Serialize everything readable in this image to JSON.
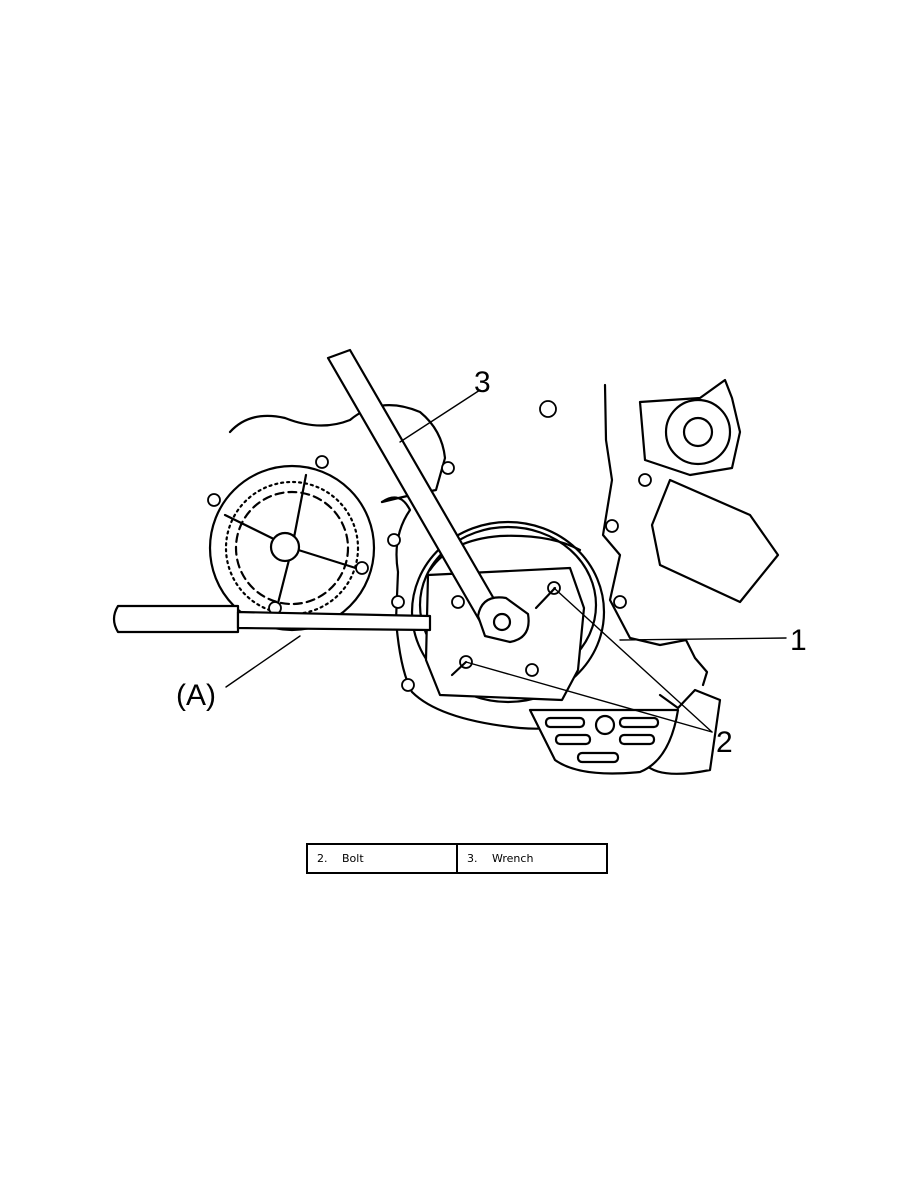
{
  "figure": {
    "callouts": {
      "c1": "1",
      "c2": "2",
      "c3": "3",
      "cA": "(A)"
    }
  },
  "legend": {
    "items": [
      {
        "number": "2.",
        "label": "Bolt"
      },
      {
        "number": "3.",
        "label": "Wrench"
      }
    ]
  }
}
